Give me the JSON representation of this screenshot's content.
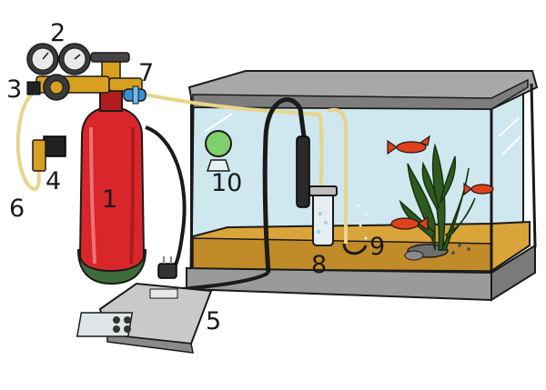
{
  "labels": [
    {
      "id": "1",
      "text": "1"
    },
    {
      "id": "2",
      "text": "2"
    },
    {
      "id": "3",
      "text": "3"
    },
    {
      "id": "4",
      "text": "4"
    },
    {
      "id": "5",
      "text": "5"
    },
    {
      "id": "6",
      "text": "6"
    },
    {
      "id": "7",
      "text": "7"
    },
    {
      "id": "8",
      "text": "8"
    },
    {
      "id": "9",
      "text": "9"
    },
    {
      "id": "10",
      "text": "10"
    }
  ],
  "colors": {
    "cylinder": "#d8262b",
    "cylinder_base": "#3e6b3a",
    "gauge_brass": "#d8a020",
    "tubing": "#e8d48a",
    "water": "#cfe7ee",
    "sand": "#d9a43a",
    "tank_frame": "#9a9a9a",
    "plant": "#2f5a1e",
    "fish": "#e0401c",
    "diffuser_bubble": "#7fcf6a",
    "controller": "#c9c9c9",
    "cable": "#1a1a1a",
    "valve": "#3a8fd6"
  }
}
